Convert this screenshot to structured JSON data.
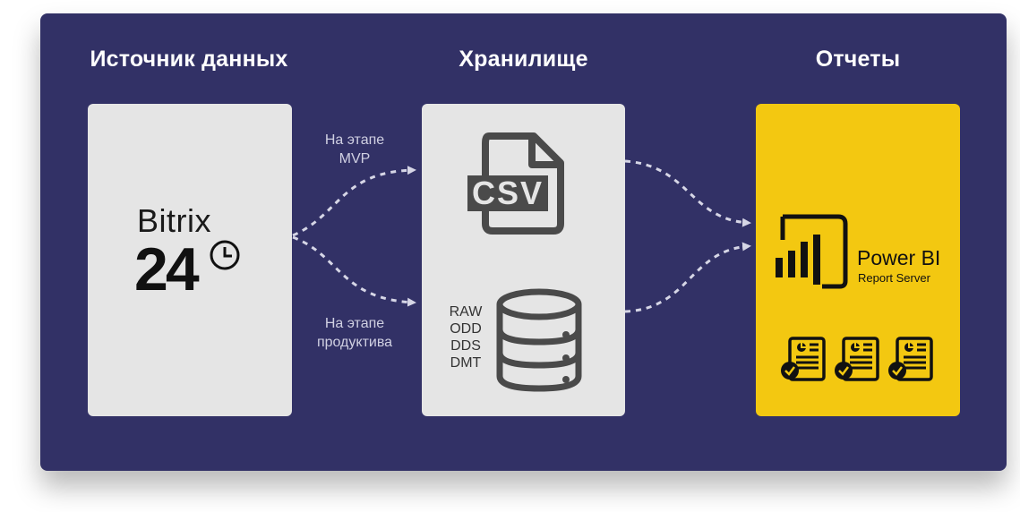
{
  "columns": {
    "source": {
      "title": "Источник данных"
    },
    "storage": {
      "title": "Хранилище"
    },
    "reports": {
      "title": "Отчеты"
    }
  },
  "edges": {
    "mvp_label_line1": "На этапе",
    "mvp_label_line2": "MVP",
    "prod_label_line1": "На этапе",
    "prod_label_line2": "продуктива"
  },
  "source": {
    "logo_word": "Bitrix",
    "logo_number": "24",
    "logo_icon": "clock-icon"
  },
  "storage": {
    "file_icon": "csv-file-icon",
    "file_label": "CSV",
    "db_icon": "database-icon",
    "layers": [
      "RAW",
      "ODD",
      "DDS",
      "DMT"
    ]
  },
  "reports": {
    "product_name": "Power BI",
    "product_sub": "Report Server",
    "logo_icon": "power-bi-icon",
    "report_icons": [
      "report-approved-icon",
      "report-approved-icon",
      "report-approved-icon"
    ]
  },
  "colors": {
    "panel": "#323166",
    "card_gray": "#e5e5e5",
    "card_yellow": "#f3c811",
    "edge": "#d6d6e6"
  }
}
